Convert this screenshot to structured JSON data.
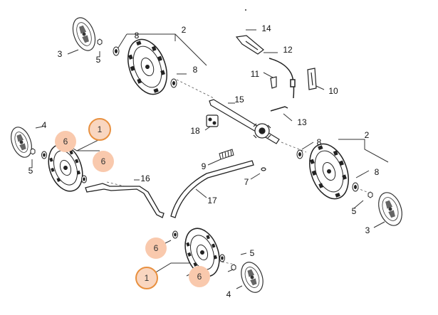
{
  "parts": {
    "p1": "1",
    "p2": "2",
    "p3": "3",
    "p4": "4",
    "p5": "5",
    "p6": "6",
    "p7": "7",
    "p8": "8",
    "p9": "9",
    "p10": "10",
    "p11": "11",
    "p12": "12",
    "p13": "13",
    "p14": "14",
    "p15": "15",
    "p16": "16",
    "p17": "17",
    "p18": "18"
  },
  "colors": {
    "line": "#333333",
    "badge_ring": "#e8903f",
    "badge_fill": "#f9c9ad"
  }
}
